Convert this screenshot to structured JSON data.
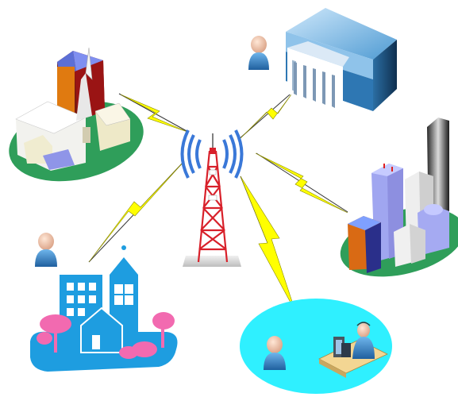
{
  "diagram": {
    "nodes": [
      {
        "id": "tower",
        "icon": "radio-tower-icon"
      },
      {
        "id": "village",
        "icon": "village-church-icon"
      },
      {
        "id": "bank",
        "icon": "bank-building-icon"
      },
      {
        "id": "city",
        "icon": "city-skyscrapers-icon"
      },
      {
        "id": "town",
        "icon": "town-buildings-icon"
      },
      {
        "id": "office",
        "icon": "office-desk-icon"
      }
    ],
    "links": [
      {
        "from": "tower",
        "to": "village",
        "icon": "lightning-bolt-icon"
      },
      {
        "from": "tower",
        "to": "bank",
        "icon": "lightning-bolt-icon"
      },
      {
        "from": "tower",
        "to": "city",
        "icon": "lightning-bolt-icon"
      },
      {
        "from": "tower",
        "to": "town",
        "icon": "lightning-bolt-icon"
      },
      {
        "from": "tower",
        "to": "office",
        "icon": "lightning-bolt-icon"
      }
    ],
    "people": [
      {
        "near": "bank",
        "icon": "person-icon"
      },
      {
        "near": "town",
        "icon": "person-icon"
      },
      {
        "near": "office",
        "icon": "person-icon"
      }
    ],
    "colors": {
      "lightning": "#ffff00",
      "grass": "#2f9e5a",
      "water": "#2ff0ff",
      "tower": "#d8202a",
      "signal": "#3a78d8",
      "bank": "#3b7fb3",
      "town": "#1e9de0",
      "tree": "#f26ab0",
      "person": "#2d6fb0"
    }
  }
}
